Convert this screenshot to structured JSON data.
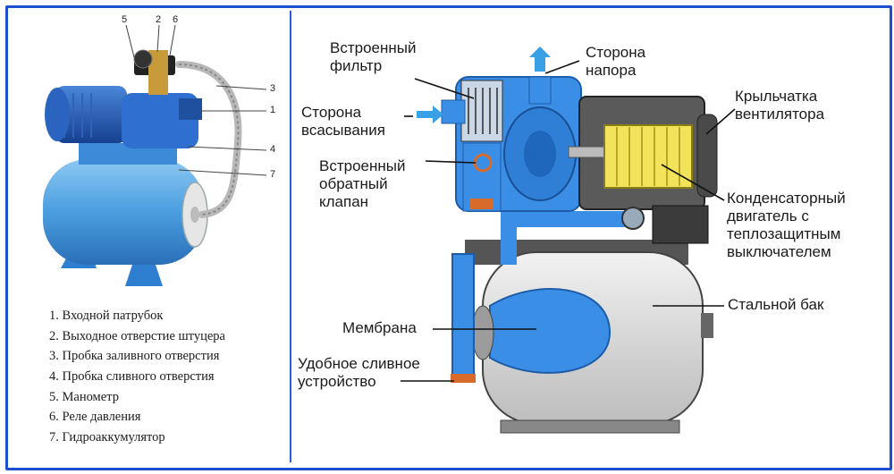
{
  "colors": {
    "frame": "#1f4fd1",
    "water": "#3a8ee6",
    "motor": "#f3e35a",
    "tank": "#d9d9d9",
    "arrow": "#3aa0e6"
  },
  "pump_callouts": [
    "5",
    "2",
    "6",
    "3",
    "1",
    "4",
    "7"
  ],
  "legend": [
    "1. Входной патрубок",
    "2. Выходное отверстие штуцера",
    "3. Пробка заливного отверстия",
    "4. Пробка сливного отверстия",
    "5. Манометр",
    "6. Реле давления",
    "7. Гидроаккумулятор"
  ],
  "labels": {
    "filter": "Встроенный\nфильтр",
    "suction": "Сторона\nвсасывания",
    "check_valve": "Встроенный\nобратный\nклапан",
    "discharge": "Сторона\nнапора",
    "fan": "Крыльчатка\nвентилятора",
    "motor": "Конденсаторный\nдвигатель с\nтеплозащитным\nвыключателем",
    "tank": "Стальной бак",
    "membrane": "Мембрана",
    "drain": "Удобное сливное\nустройство"
  }
}
